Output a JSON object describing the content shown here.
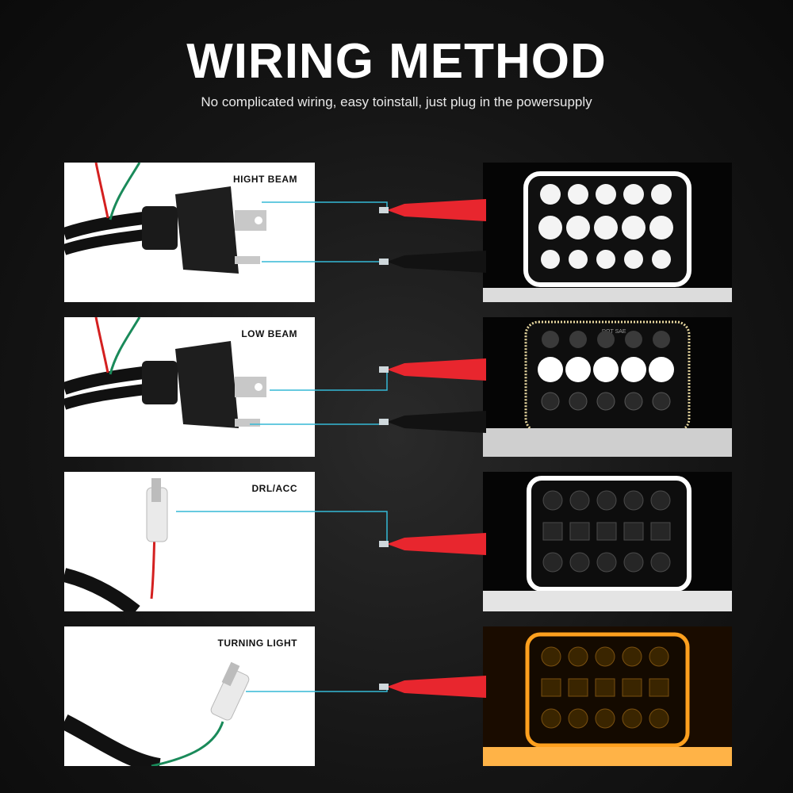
{
  "header": {
    "title": "WIRING METHOD",
    "subtitle": "No complicated wiring, easy toinstall, just plug in the powersupply"
  },
  "rows": [
    {
      "label": "HIGHT BEAM",
      "connector": "h4-plug",
      "clips": [
        "red",
        "black"
      ],
      "lamp_mode": "high-beam"
    },
    {
      "label": "LOW BEAM",
      "connector": "h4-plug",
      "clips": [
        "red",
        "black"
      ],
      "lamp_mode": "low-beam"
    },
    {
      "label": "DRL/ACC",
      "connector": "spade-terminal",
      "clips": [
        "red"
      ],
      "lamp_mode": "drl-halo-white"
    },
    {
      "label": "TURNING LIGHT",
      "connector": "spade-terminal",
      "clips": [
        "red"
      ],
      "lamp_mode": "turn-halo-amber"
    }
  ],
  "colors": {
    "background": "#151515",
    "guide_line": "#35b9d6",
    "clip_red": "#e8262e",
    "clip_black": "#111111",
    "halo_white": "#ffffff",
    "halo_amber": "#ffa01e"
  },
  "lamp_badge": "DOT SAE"
}
